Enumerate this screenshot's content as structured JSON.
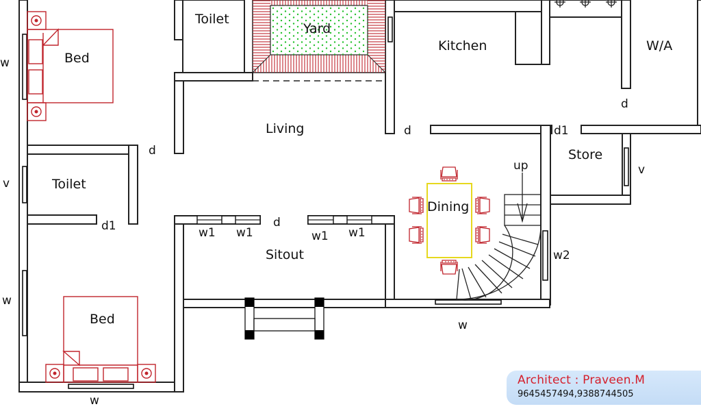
{
  "rooms": {
    "bed_top": "Bed",
    "toilet_top": "Toilet",
    "yard": "Yard",
    "kitchen": "Kitchen",
    "wa": "W/A",
    "living": "Living",
    "store": "Store",
    "toilet_left": "Toilet",
    "dining": "Dining",
    "sitout": "Sitout",
    "bed_bottom": "Bed"
  },
  "openings": {
    "w_left_top": "w",
    "v_left": "v",
    "w_left_bottom": "w",
    "d_bedroom": "d",
    "d1_toilet": "d1",
    "w1_a": "w1",
    "w1_b": "w1",
    "d_sitout": "d",
    "w1_c": "w1",
    "w1_d": "w1",
    "d_kitchen": "d",
    "d1_store": "d1",
    "d_wa": "d",
    "v_store": "v",
    "w2_stair": "w2",
    "w_dining": "w",
    "w_bed_bottom": "w",
    "up": "up"
  },
  "credit": {
    "architect": "Architect : Praveen.M",
    "phones": "9645457494,9388744505"
  },
  "colors": {
    "wall": "#222222",
    "furniture": "#c0242c",
    "dining_table": "#e6d81e",
    "yard_dots": "#22c02a",
    "credit_text": "#d4202c"
  }
}
